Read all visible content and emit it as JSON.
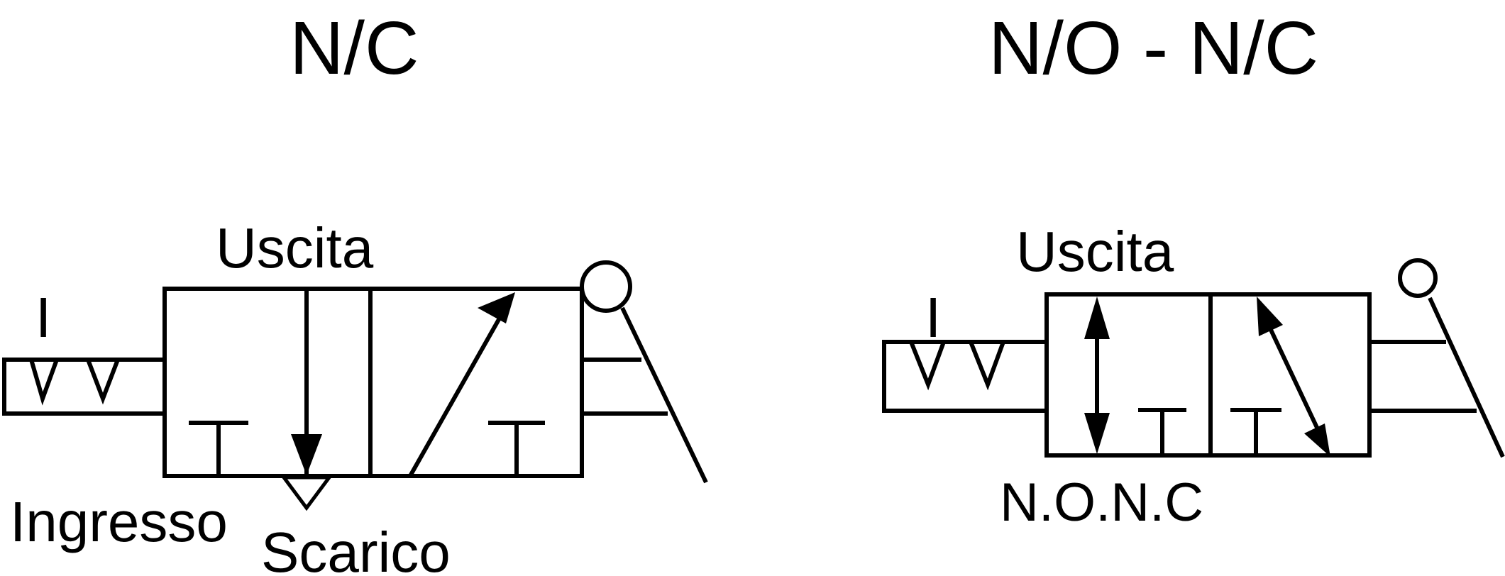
{
  "diagrams": [
    {
      "title": "N/C",
      "labels": {
        "pilot": "I",
        "output": "Uscita",
        "input": "Ingresso",
        "exhaust": "Scarico"
      }
    },
    {
      "title": "N/O - N/C",
      "labels": {
        "pilot": "I",
        "output": "Uscita",
        "bottom": "N.O.N.C"
      }
    }
  ],
  "colors": {
    "line": "#000000",
    "background": "#ffffff"
  }
}
